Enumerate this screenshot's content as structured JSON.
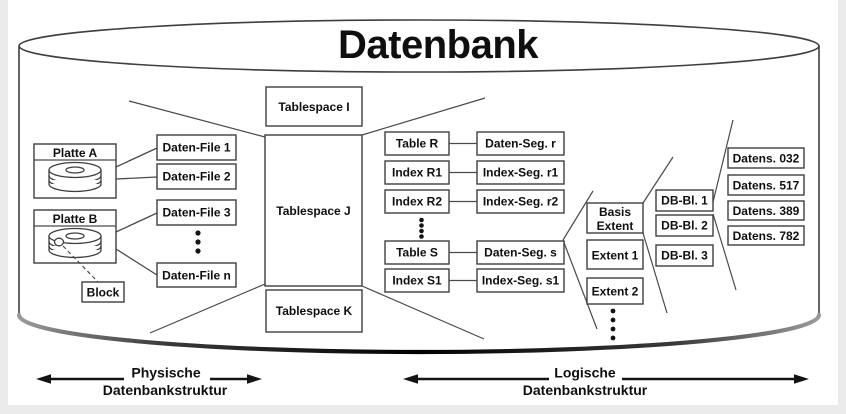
{
  "title": "Datenbank",
  "colors": {
    "ink": "#3f3f3f",
    "text": "#0f0f0f",
    "shadow": "#111111",
    "page_bg": "#ebebeb",
    "slide_bg": "#ffffff"
  },
  "physical": {
    "disks": [
      {
        "label": "Platte A"
      },
      {
        "label": "Platte B"
      }
    ],
    "block_label": "Block",
    "files": [
      "Daten-File 1",
      "Daten-File 2",
      "Daten-File 3",
      "Daten-File n"
    ]
  },
  "tablespaces": [
    "Tablespace I",
    "Tablespace J",
    "Tablespace K"
  ],
  "tables": [
    {
      "object": "Table R",
      "segment": "Daten-Seg. r"
    },
    {
      "object": "Index R1",
      "segment": "Index-Seg. r1"
    },
    {
      "object": "Index R2",
      "segment": "Index-Seg. r2"
    },
    {
      "object": "Table S",
      "segment": "Daten-Seg. s"
    },
    {
      "object": "Index S1",
      "segment": "Index-Seg. s1"
    }
  ],
  "extents": {
    "basis_line1": "Basis",
    "basis_line2": "Extent",
    "items": [
      "Extent 1",
      "Extent 2"
    ]
  },
  "blocks": [
    "DB-Bl. 1",
    "DB-Bl. 2",
    "DB-Bl. 3"
  ],
  "records": [
    "Datens. 032",
    "Datens. 517",
    "Datens. 389",
    "Datens. 782"
  ],
  "legend": {
    "physical": {
      "line1": "Physische",
      "line2": "Datenbankstruktur"
    },
    "logical": {
      "line1": "Logische",
      "line2": "Datenbankstruktur"
    }
  }
}
